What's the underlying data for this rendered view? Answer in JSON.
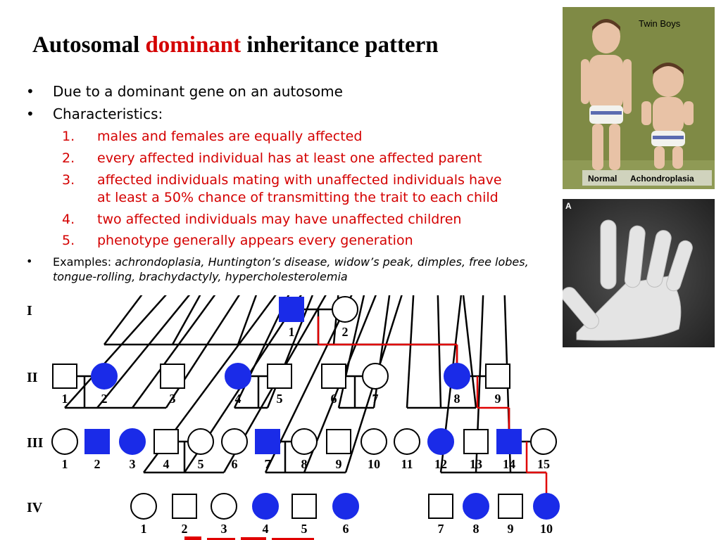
{
  "title": {
    "part1": "Autosomal ",
    "accent": "dominant",
    "part2": " inheritance pattern"
  },
  "bullets": [
    {
      "marker": "•",
      "text": "Due to a dominant gene on an autosome"
    },
    {
      "marker": "•",
      "text": "Characteristics:"
    }
  ],
  "characteristics": [
    {
      "num": "1.",
      "lines": [
        "males and females are equally affected"
      ]
    },
    {
      "num": "2.",
      "lines": [
        "every affected individual has at least one affected parent"
      ]
    },
    {
      "num": "3.",
      "lines": [
        "affected individuals mating with unaffected individuals have",
        "at least a 50% chance of transmitting the trait to each child"
      ]
    },
    {
      "num": "4.",
      "lines": [
        "two affected individuals may have unaffected children"
      ]
    },
    {
      "num": "5.",
      "lines": [
        "phenotype generally appears every generation"
      ]
    }
  ],
  "examples": {
    "marker": "•",
    "label": "Examples: ",
    "list": "achrondoplasia, Huntington’s disease, widow’s peak, dimples, free lobes, tongue-rolling, brachydactyly, hypercholesterolemia"
  },
  "photos": {
    "twins": {
      "caption": "Twin Boys",
      "left_label": "Normal",
      "right_label": "Achondroplasia",
      "bg": "#7f8a45"
    },
    "hand": {
      "corner_label": "A",
      "bg": "#3a3a3a"
    }
  },
  "colors": {
    "accent": "#d40000",
    "affected": "#1a2be8",
    "lineage": "#e00000"
  },
  "pedigree": {
    "generations": [
      "I",
      "II",
      "III",
      "IV"
    ],
    "gen1": [
      {
        "num": "1",
        "sex": "male",
        "affected": true
      },
      {
        "num": "2",
        "sex": "female",
        "affected": false
      }
    ],
    "gen2": [
      {
        "num": "1",
        "sex": "male",
        "affected": false
      },
      {
        "num": "2",
        "sex": "female",
        "affected": true
      },
      {
        "num": "3",
        "sex": "male",
        "affected": false
      },
      {
        "num": "4",
        "sex": "female",
        "affected": true
      },
      {
        "num": "5",
        "sex": "male",
        "affected": false
      },
      {
        "num": "6",
        "sex": "male",
        "affected": false
      },
      {
        "num": "7",
        "sex": "female",
        "affected": false
      },
      {
        "num": "8",
        "sex": "female",
        "affected": true
      },
      {
        "num": "9",
        "sex": "male",
        "affected": false
      }
    ],
    "gen3": [
      {
        "num": "1",
        "sex": "female",
        "affected": false
      },
      {
        "num": "2",
        "sex": "male",
        "affected": true
      },
      {
        "num": "3",
        "sex": "female",
        "affected": true
      },
      {
        "num": "4",
        "sex": "male",
        "affected": false
      },
      {
        "num": "5",
        "sex": "female",
        "affected": false
      },
      {
        "num": "6",
        "sex": "female",
        "affected": false
      },
      {
        "num": "7",
        "sex": "male",
        "affected": true
      },
      {
        "num": "8",
        "sex": "female",
        "affected": false
      },
      {
        "num": "9",
        "sex": "male",
        "affected": false
      },
      {
        "num": "10",
        "sex": "female",
        "affected": false
      },
      {
        "num": "11",
        "sex": "female",
        "affected": false
      },
      {
        "num": "12",
        "sex": "female",
        "affected": true
      },
      {
        "num": "13",
        "sex": "male",
        "affected": false
      },
      {
        "num": "14",
        "sex": "male",
        "affected": true
      },
      {
        "num": "15",
        "sex": "female",
        "affected": false
      }
    ],
    "gen4": [
      {
        "num": "1",
        "sex": "female",
        "affected": false
      },
      {
        "num": "2",
        "sex": "male",
        "affected": false
      },
      {
        "num": "3",
        "sex": "female",
        "affected": false
      },
      {
        "num": "4",
        "sex": "female",
        "affected": true
      },
      {
        "num": "5",
        "sex": "male",
        "affected": false
      },
      {
        "num": "6",
        "sex": "female",
        "affected": true
      },
      {
        "num": "7",
        "sex": "male",
        "affected": false
      },
      {
        "num": "8",
        "sex": "female",
        "affected": true
      },
      {
        "num": "9",
        "sex": "male",
        "affected": false
      },
      {
        "num": "10",
        "sex": "female",
        "affected": true
      }
    ]
  }
}
